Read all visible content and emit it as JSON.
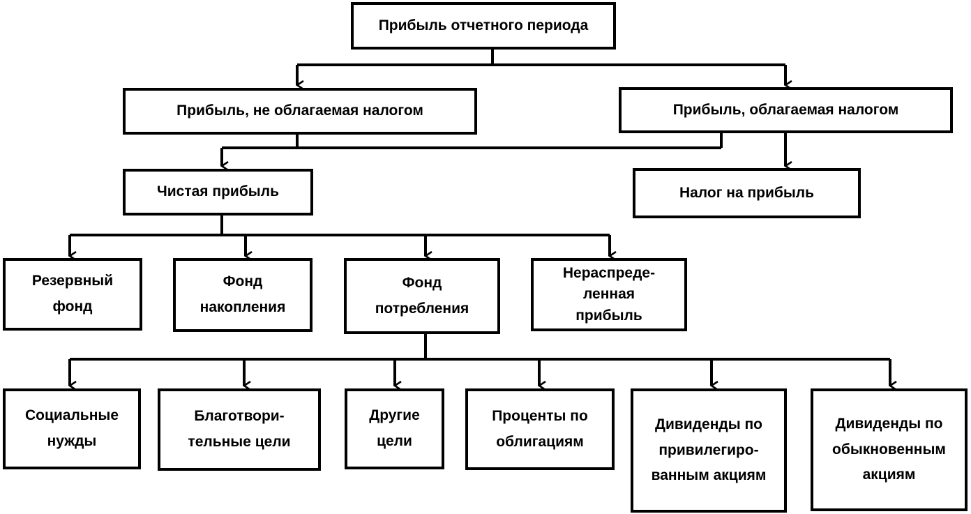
{
  "diagram": {
    "nodes": {
      "profit_period": "Прибыль отчетного периода",
      "profit_untaxed": "Прибыль, не облагаемая налогом",
      "profit_taxed": "Прибыль, облагаемая налогом",
      "net_profit": "Чистая прибыль",
      "profit_tax": "Налог на прибыль",
      "reserve_fund": "Резервный\nфонд",
      "accumulation_fund": "Фонд\nнакопления",
      "consumption_fund": "Фонд\nпотребления",
      "retained_profit": "Нераспреде-\nленная\nприбыль",
      "social_needs": "Социальные\nнужды",
      "charity": "Благотвори-\nтельные цели",
      "other_goals": "Другие\nцели",
      "bond_interest": "Проценты по\nоблигациям",
      "preferred_dividends": "Дивиденды по\nпривилегиро-\nванным акциям",
      "common_dividends": "Дивиденды по\nобыкновенным\nакциям"
    },
    "edges": [
      [
        "profit_period",
        "profit_untaxed"
      ],
      [
        "profit_period",
        "profit_taxed"
      ],
      [
        "profit_untaxed",
        "net_profit"
      ],
      [
        "profit_taxed",
        "net_profit"
      ],
      [
        "profit_taxed",
        "profit_tax"
      ],
      [
        "net_profit",
        "reserve_fund"
      ],
      [
        "net_profit",
        "accumulation_fund"
      ],
      [
        "net_profit",
        "consumption_fund"
      ],
      [
        "net_profit",
        "retained_profit"
      ],
      [
        "consumption_fund",
        "social_needs"
      ],
      [
        "consumption_fund",
        "charity"
      ],
      [
        "consumption_fund",
        "other_goals"
      ],
      [
        "consumption_fund",
        "bond_interest"
      ],
      [
        "consumption_fund",
        "preferred_dividends"
      ],
      [
        "consumption_fund",
        "common_dividends"
      ]
    ]
  }
}
